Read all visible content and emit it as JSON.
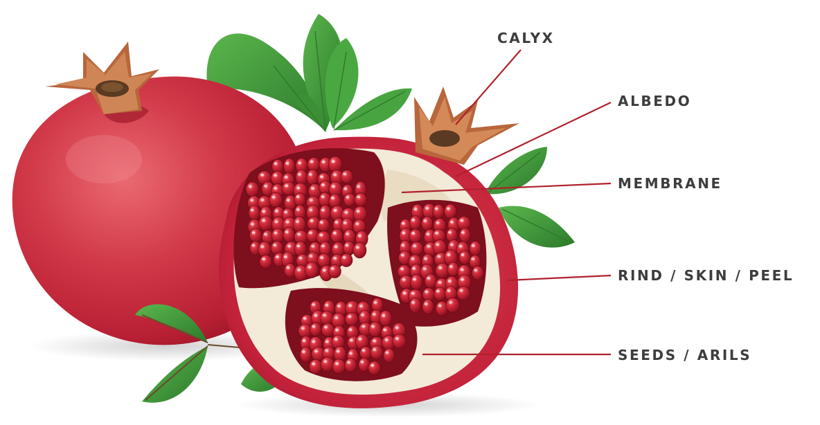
{
  "labels": {
    "calyx": "CALYX",
    "albedo": "ALBEDO",
    "membrane": "MEMBRANE",
    "rind": "RIND / SKIN / PEEL",
    "seeds": "SEEDS / ARILS"
  },
  "colors": {
    "leader_line": "#b0202c",
    "label_text": "#3d3d3d",
    "rind": "#c8283c",
    "aril": "#b5142a",
    "albedo": "#f3ead8",
    "leaf": "#3e9a3a",
    "calyx": "#b5643a"
  }
}
